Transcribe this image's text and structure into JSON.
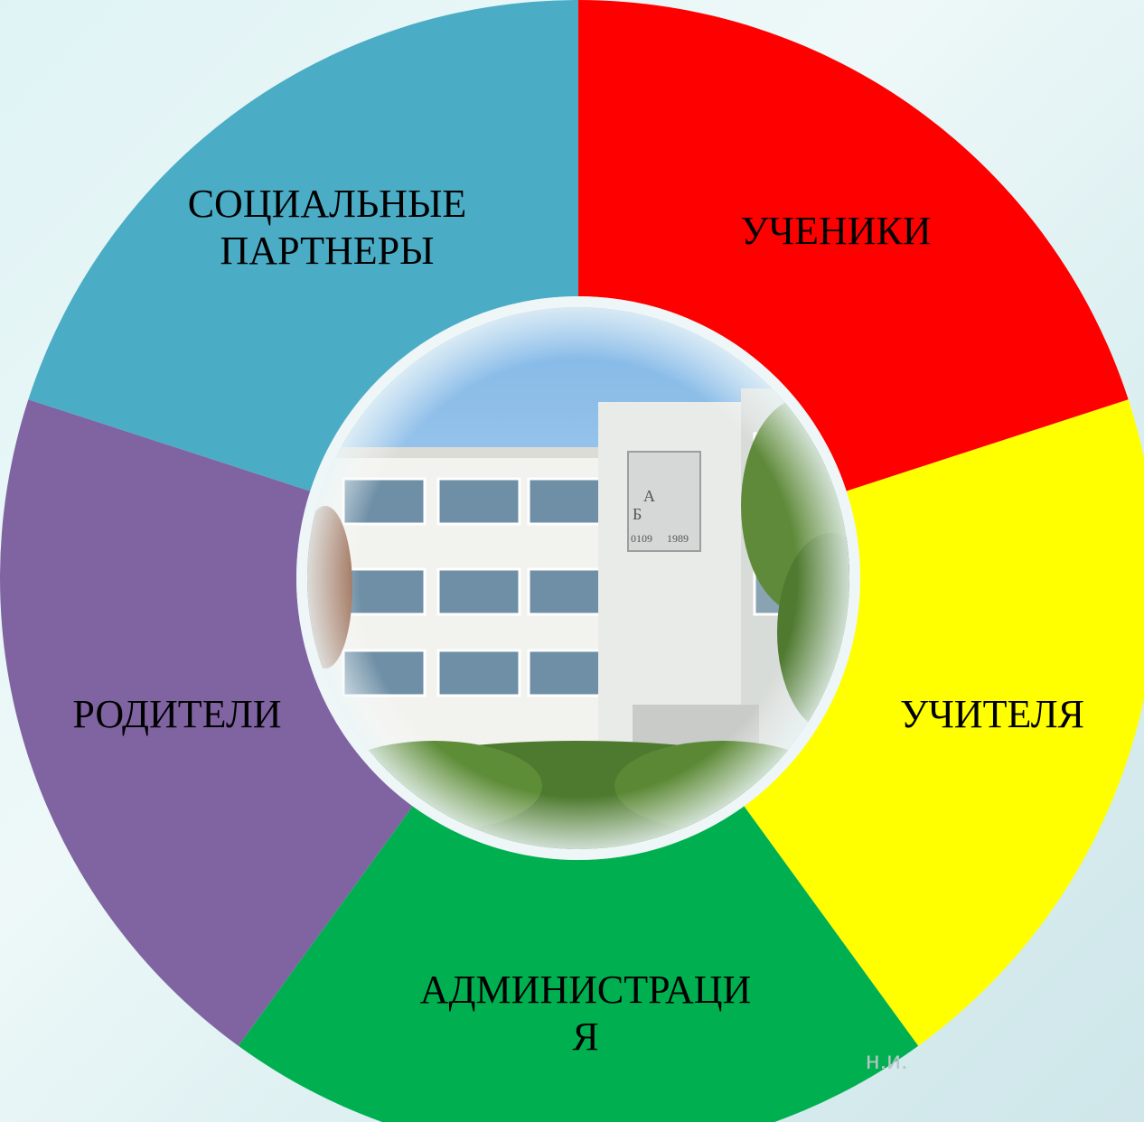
{
  "diagram": {
    "segments": [
      {
        "id": "students",
        "label_lines": [
          "УЧЕНИКИ"
        ],
        "color": "#ff0000"
      },
      {
        "id": "teachers",
        "label_lines": [
          "УЧИТЕЛЯ"
        ],
        "color": "#ffff00"
      },
      {
        "id": "administration",
        "label_lines": [
          "АДМИНИСТРАЦИ",
          "Я"
        ],
        "color": "#00b050"
      },
      {
        "id": "parents",
        "label_lines": [
          "РОДИТЕЛИ"
        ],
        "color": "#8064a2"
      },
      {
        "id": "social-partners",
        "label_lines": [
          "СОЦИАЛЬНЫЕ",
          "ПАРТНЕРЫ"
        ],
        "color": "#4bacc6"
      }
    ],
    "center_image": "school-building-photo",
    "photo_plaque_text": [
      "А",
      "Б",
      "0109",
      "1989"
    ]
  },
  "footer": {
    "text": "н.и."
  }
}
